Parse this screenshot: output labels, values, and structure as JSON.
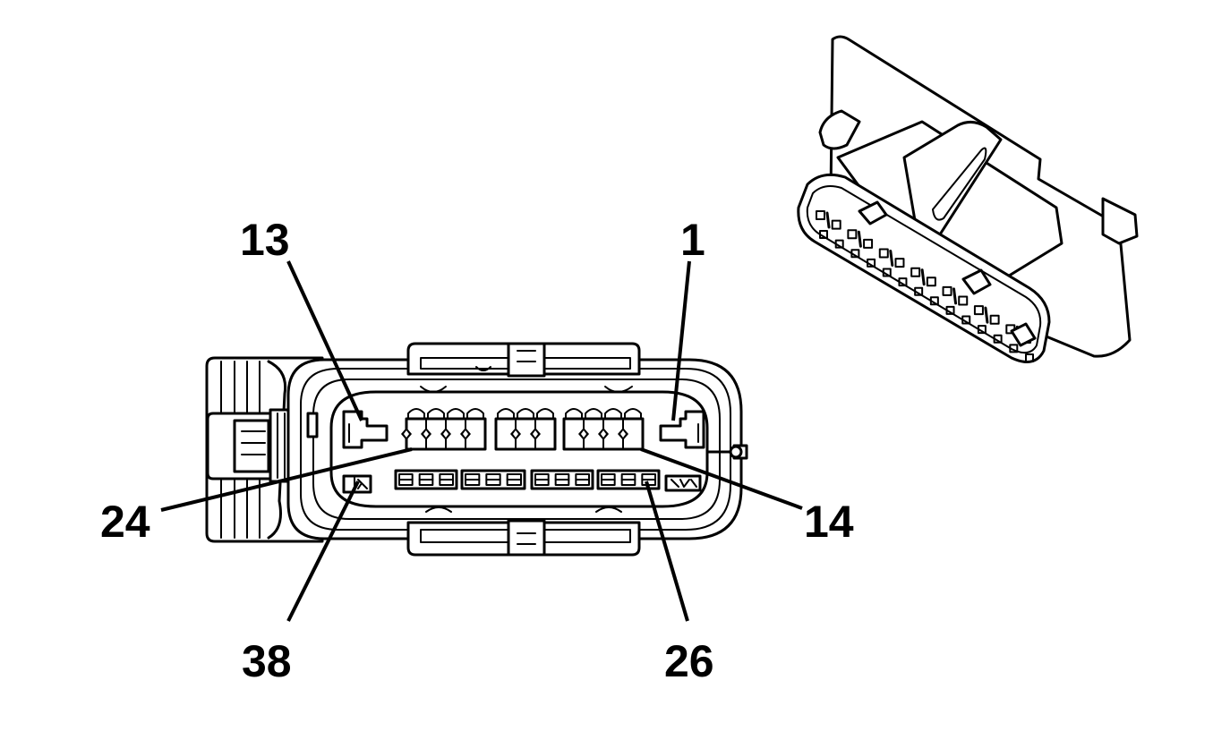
{
  "diagram": {
    "pin_labels": {
      "p13": "13",
      "p1": "1",
      "p24": "24",
      "p14": "14",
      "p38": "38",
      "p26": "26"
    }
  }
}
